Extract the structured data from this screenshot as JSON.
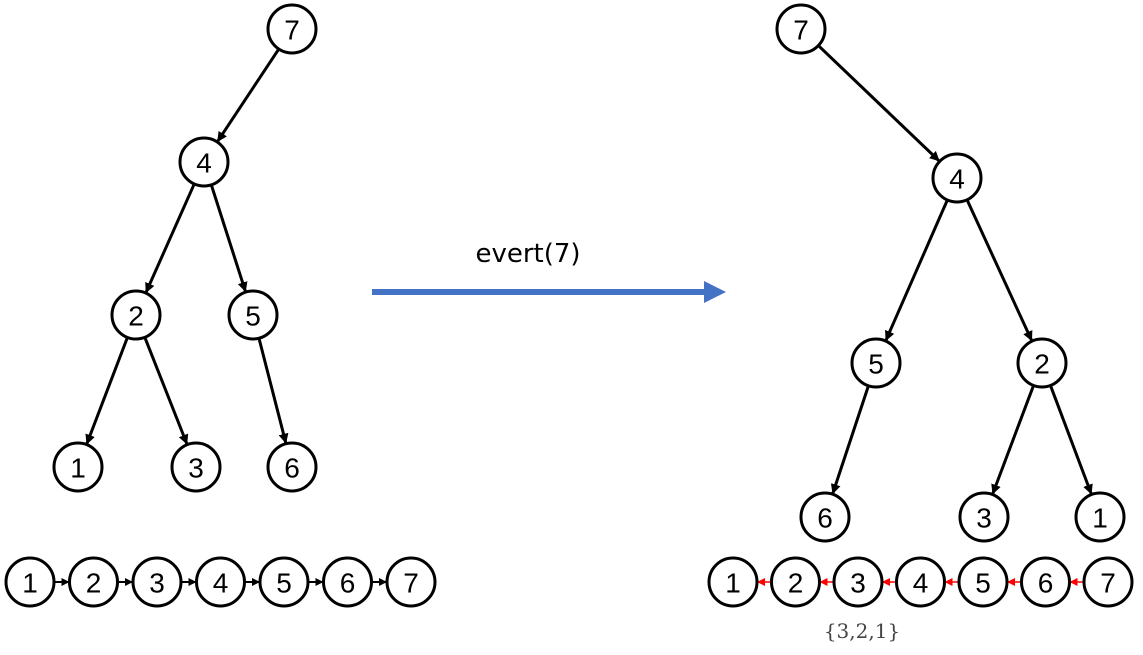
{
  "colors": {
    "node_default": "#ffffff",
    "node_highlight_blue": "#dae3f3",
    "node_highlight_yellow": "#fff2cc",
    "edge": "#000000",
    "list_edge_reversed": "#ff0000",
    "operation_arrow": "#4472c4"
  },
  "operation": {
    "label": "evert(7)"
  },
  "before": {
    "tree": {
      "nodes": [
        {
          "id": "b7",
          "label": "7",
          "fill": "default"
        },
        {
          "id": "b4",
          "label": "4",
          "fill": "default"
        },
        {
          "id": "b2",
          "label": "2",
          "fill": "default"
        },
        {
          "id": "b5",
          "label": "5",
          "fill": "default"
        },
        {
          "id": "b1",
          "label": "1",
          "fill": "yellow"
        },
        {
          "id": "b3",
          "label": "3",
          "fill": "blue"
        },
        {
          "id": "b6",
          "label": "6",
          "fill": "default"
        }
      ],
      "edges": [
        [
          "b7",
          "b4"
        ],
        [
          "b4",
          "b2"
        ],
        [
          "b4",
          "b5"
        ],
        [
          "b2",
          "b1"
        ],
        [
          "b2",
          "b3"
        ],
        [
          "b5",
          "b6"
        ]
      ]
    },
    "list": {
      "nodes": [
        {
          "label": "1",
          "fill": "default"
        },
        {
          "label": "2",
          "fill": "default"
        },
        {
          "label": "3",
          "fill": "blue"
        },
        {
          "label": "4",
          "fill": "default"
        },
        {
          "label": "5",
          "fill": "default"
        },
        {
          "label": "6",
          "fill": "default"
        },
        {
          "label": "7",
          "fill": "default"
        }
      ],
      "direction": "forward"
    }
  },
  "after": {
    "tree": {
      "nodes": [
        {
          "id": "a7",
          "label": "7",
          "fill": "default"
        },
        {
          "id": "a4",
          "label": "4",
          "fill": "default"
        },
        {
          "id": "a5",
          "label": "5",
          "fill": "default"
        },
        {
          "id": "a2",
          "label": "2",
          "fill": "default"
        },
        {
          "id": "a6",
          "label": "6",
          "fill": "default"
        },
        {
          "id": "a3",
          "label": "3",
          "fill": "blue"
        },
        {
          "id": "a1",
          "label": "1",
          "fill": "yellow"
        }
      ],
      "edges": [
        [
          "a7",
          "a4"
        ],
        [
          "a4",
          "a5"
        ],
        [
          "a4",
          "a2"
        ],
        [
          "a5",
          "a6"
        ],
        [
          "a2",
          "a3"
        ],
        [
          "a2",
          "a1"
        ]
      ]
    },
    "list": {
      "nodes": [
        {
          "label": "1",
          "fill": "default"
        },
        {
          "label": "2",
          "fill": "default"
        },
        {
          "label": "3",
          "fill": "blue"
        },
        {
          "label": "4",
          "fill": "default"
        },
        {
          "label": "5",
          "fill": "default"
        },
        {
          "label": "6",
          "fill": "default"
        },
        {
          "label": "7",
          "fill": "default"
        }
      ],
      "direction": "reversed",
      "caption": "{3,2,1}"
    }
  }
}
